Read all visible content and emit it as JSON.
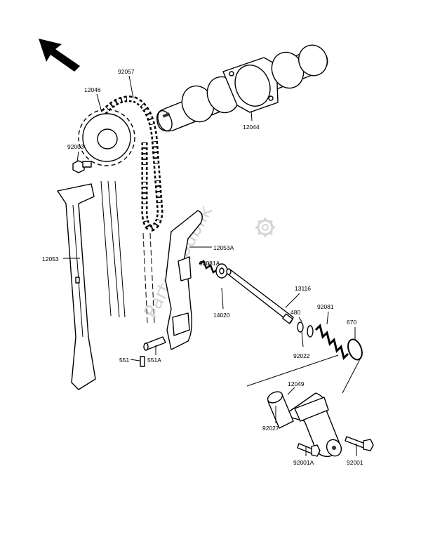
{
  "watermark": "PartsRepublik",
  "part_labels": {
    "p12046": "12046",
    "p92057": "92057",
    "p92003": "92003",
    "p12044": "12044",
    "p12053": "12053",
    "p12053A": "12053A",
    "p92081A": "92081A",
    "p13116": "13116",
    "p14020": "14020",
    "p480": "480",
    "p92081": "92081",
    "p670": "670",
    "p92022": "92022",
    "p551": "551",
    "p551A": "551A",
    "p12049": "12049",
    "p92027": "92027",
    "p92001A": "92001A",
    "p92001": "92001"
  },
  "icons": {
    "direction": "front-direction-arrow-icon",
    "logo": "gear-logo-icon"
  }
}
